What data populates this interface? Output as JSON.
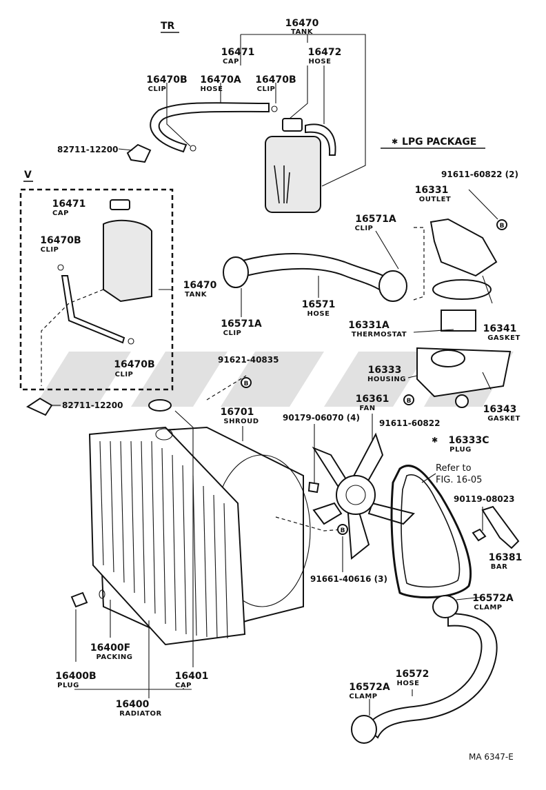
{
  "labels": {
    "tr": "TR",
    "v": "V",
    "lpg": "LPG PACKAGE",
    "tank_tr_num": "16470",
    "tank_tr_sub": "TANK",
    "cap_tr_num": "16471",
    "cap_tr_sub": "CAP",
    "hose_tr_num": "16472",
    "hose_tr_sub": "HOSE",
    "clip_tr1_num": "16470B",
    "clip_tr1_sub": "CLIP",
    "hose_a_num": "16470A",
    "hose_a_sub": "HOSE",
    "clip_tr2_num": "16470B",
    "clip_tr2_sub": "CLIP",
    "bolt_tr": "82711-12200",
    "cap_v_num": "16471",
    "cap_v_sub": "CAP",
    "clip_v1_num": "16470B",
    "clip_v1_sub": "CLIP",
    "tank_v_num": "16470",
    "tank_v_sub": "TANK",
    "clip_v2_num": "16470B",
    "clip_v2_sub": "CLIP",
    "bolt_v": "82711-12200",
    "bolt_lpg1": "91611-60822 (2)",
    "outlet_num": "16331",
    "outlet_sub": "OUTLET",
    "clip_up_num": "16571A",
    "clip_up_sub": "CLIP",
    "hose_up_num": "16571",
    "hose_up_sub": "HOSE",
    "clip_up2_num": "16571A",
    "clip_up2_sub": "CLIP",
    "thermo_num": "16331A",
    "thermo_sub": "THERMOSTAT",
    "gasket1_num": "16341",
    "gasket1_sub": "GASKET",
    "housing_num": "16333",
    "housing_sub": "HOUSING",
    "gasket2_num": "16343",
    "gasket2_sub": "GASKET",
    "bolt_sh": "91621-40835",
    "shroud_num": "16701",
    "shroud_sub": "SHROUD",
    "fan_num": "16361",
    "fan_sub": "FAN",
    "bolt_fan": "90179-06070 (4)",
    "bolt_lpg2": "91611-60822",
    "plug_lpg_num": "16333C",
    "plug_lpg_sub": "PLUG",
    "refer1": "Refer to",
    "refer2": "FIG. 16-05",
    "bolt_bar": "90119-08023",
    "bar_num": "16381",
    "bar_sub": "BAR",
    "bolt_fan2": "91661-40616 (3)",
    "clamp1_num": "16572A",
    "clamp1_sub": "CLAMP",
    "hose_lo_num": "16572",
    "hose_lo_sub": "HOSE",
    "clamp2_num": "16572A",
    "clamp2_sub": "CLAMP",
    "packing_num": "16400F",
    "packing_sub": "PACKING",
    "plug_num": "16400B",
    "plug_sub": "PLUG",
    "radcap_num": "16401",
    "radcap_sub": "CAP",
    "radiator_num": "16400",
    "radiator_sub": "RADIATOR",
    "ref_code": "MA  6347-E",
    "mark_b": "B",
    "star": "✱"
  }
}
